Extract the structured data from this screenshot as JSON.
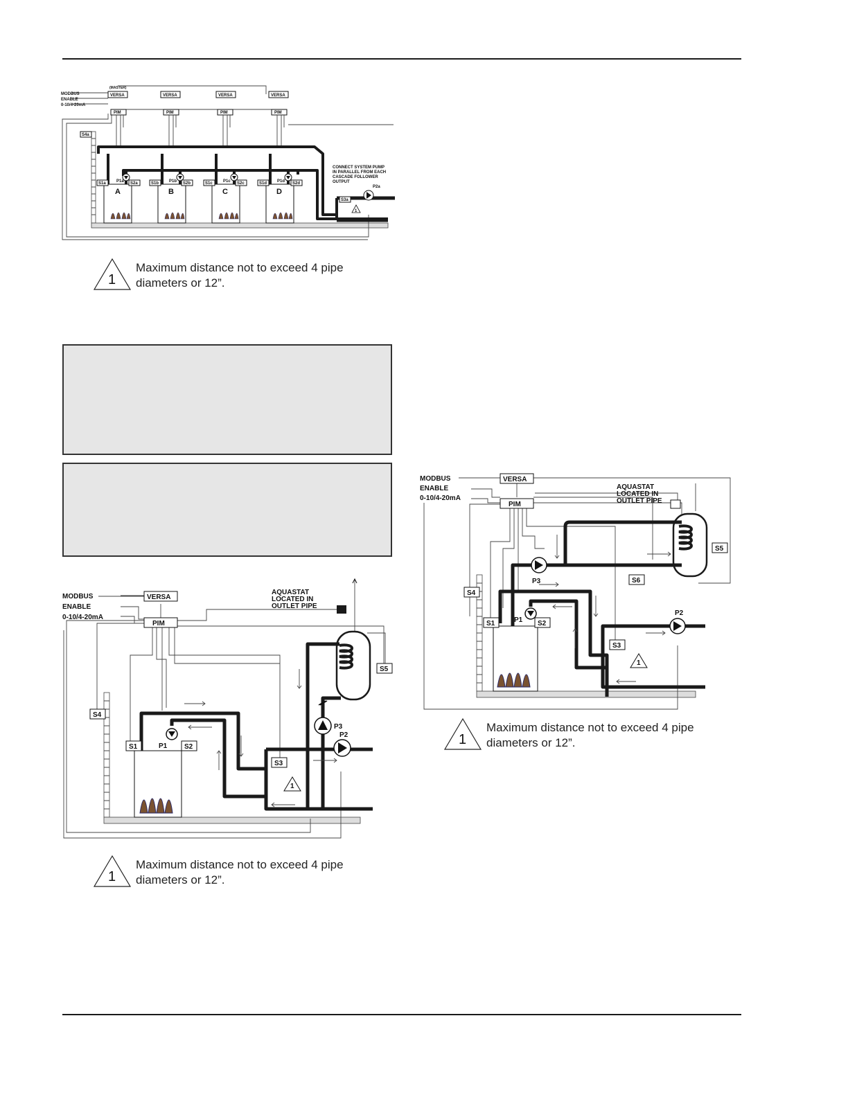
{
  "diagram_a": {
    "labels": {
      "modbus": "MODBUS",
      "enable": "ENABLE",
      "signal": "0-10/4-20mA",
      "master": "(MASTER)",
      "versa": "VERSA",
      "pim": "PIM",
      "s4a": "S4a",
      "s3a": "S3a",
      "p2a": "P2a",
      "pump_note_1": "CONNECT SYSTEM PUMP",
      "pump_note_2": "IN PARALLEL FROM EACH",
      "pump_note_3": "CASCADE FOLLOWER",
      "pump_note_4": "OUTPUT",
      "triangle": "1"
    },
    "boilers": [
      {
        "letter": "A",
        "s1": "S1a",
        "p1": "P1a",
        "s2": "S2a"
      },
      {
        "letter": "B",
        "s1": "S1b",
        "p1": "P1b",
        "s2": "S2b"
      },
      {
        "letter": "C",
        "s1": "S1c",
        "p1": "P1c",
        "s2": "S2c"
      },
      {
        "letter": "D",
        "s1": "S1d",
        "p1": "P1d",
        "s2": "S2d"
      }
    ]
  },
  "diagram_b": {
    "labels": {
      "modbus": "MODBUS",
      "enable": "ENABLE",
      "signal": "0-10/4-20mA",
      "versa": "VERSA",
      "pim": "PIM",
      "aquastat_1": "AQUASTAT",
      "aquastat_2": "LOCATED IN",
      "aquastat_3": "OUTLET PIPE",
      "s1": "S1",
      "p1": "P1",
      "s2": "S2",
      "s3": "S3",
      "s4": "S4",
      "s5": "S5",
      "p2": "P2",
      "p3": "P3",
      "triangle": "1"
    }
  },
  "diagram_c": {
    "labels": {
      "modbus": "MODBUS",
      "enable": "ENABLE",
      "signal": "0-10/4-20mA",
      "versa": "VERSA",
      "pim": "PIM",
      "aquastat_1": "AQUASTAT",
      "aquastat_2": "LOCATED IN",
      "aquastat_3": "OUTLET PIPE",
      "s1": "S1",
      "p1": "P1",
      "s2": "S2",
      "s3": "S3",
      "s4": "S4",
      "s5": "S5",
      "s6": "S6",
      "p2": "P2",
      "p3": "P3",
      "triangle": "1"
    }
  },
  "notes": {
    "symbol": "1",
    "line1": "Maximum distance not to exceed 4 pipe",
    "line2": "diameters or 12”."
  }
}
